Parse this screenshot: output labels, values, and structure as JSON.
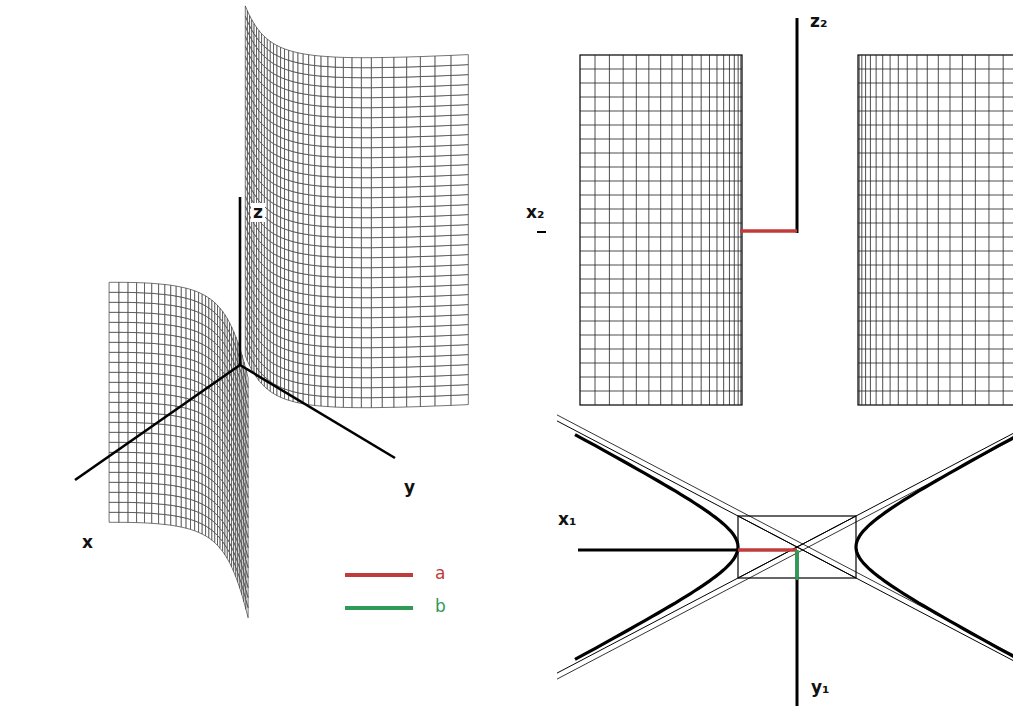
{
  "diagram": {
    "labels": [
      "z",
      "x",
      "y",
      "z₂",
      "x₂",
      "x₁",
      "y₁"
    ],
    "legend": [
      {
        "text": "a",
        "color": "#c23b3b"
      },
      {
        "text": "b",
        "color": "#2f9a55"
      }
    ]
  }
}
